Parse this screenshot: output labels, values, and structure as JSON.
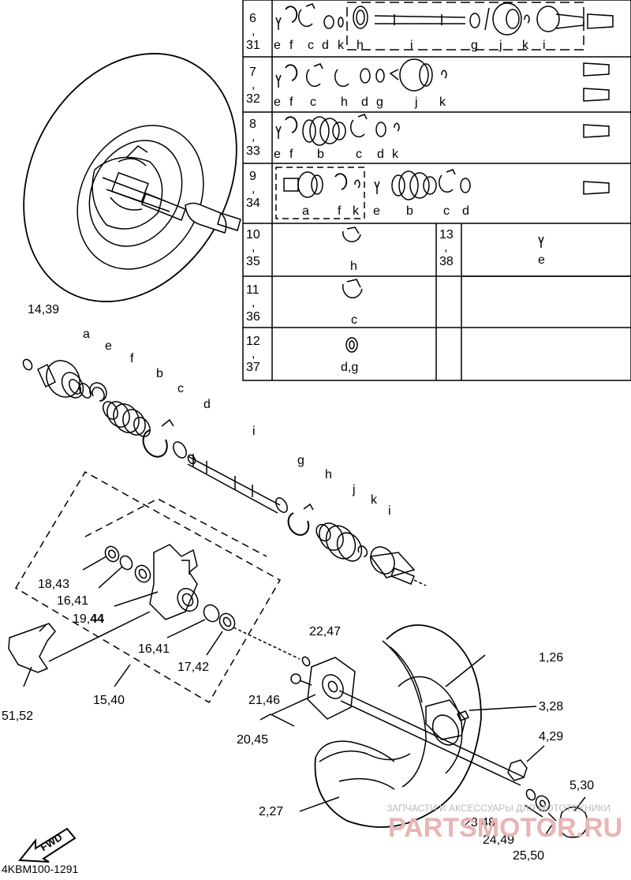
{
  "diagram": {
    "code": "4KBM100-1291",
    "fwd_label": "FWD",
    "watermark_text": "ЗАПЧАСТИ И АКСЕССУАРЫ ДЛЯ МОТОТЕХНИКИ",
    "watermark_brand": "PARTSMOTOR.RU",
    "table": {
      "rows": [
        {
          "num_top": "6",
          "sep": ",",
          "num_bottom": "31",
          "letters": [
            "e",
            "f",
            "c",
            "d",
            "k",
            "h",
            "i",
            "g",
            "j",
            "k",
            "i"
          ]
        },
        {
          "num_top": "7",
          "sep": ",",
          "num_bottom": "32",
          "letters": [
            "e",
            "f",
            "c",
            "h",
            "d",
            "g",
            "j",
            "k"
          ]
        },
        {
          "num_top": "8",
          "sep": ",",
          "num_bottom": "33",
          "letters": [
            "e",
            "f",
            "b",
            "c",
            "d",
            "k"
          ]
        },
        {
          "num_top": "9",
          "sep": ",",
          "num_bottom": "34",
          "letters": [
            "a",
            "f",
            "k",
            "e",
            "b",
            "c",
            "d"
          ]
        },
        {
          "num_top": "10",
          "sep": ",",
          "num_bottom": "35",
          "letters": [
            "h"
          ],
          "right_top": "13",
          "right_sep": ",",
          "right_bottom": "38",
          "right_letters": [
            "e"
          ]
        },
        {
          "num_top": "11",
          "sep": ",",
          "num_bottom": "36",
          "letters": [
            "c"
          ]
        },
        {
          "num_top": "12",
          "sep": ",",
          "num_bottom": "37",
          "letters": [
            "d,g"
          ]
        }
      ]
    },
    "part_labels": {
      "p14_39": "14,39",
      "a": "a",
      "e": "e",
      "f": "f",
      "b": "b",
      "c": "c",
      "d": "d",
      "i1": "i",
      "g": "g",
      "h": "h",
      "j": "j",
      "k": "k",
      "i2": "i",
      "p18_43": "18,43",
      "p16_41a": "16,41",
      "p19_44a": "19,",
      "p19_44b": "44",
      "p16_41b": "16,41",
      "p17_42": "17,42",
      "p22_47": "22,47",
      "p1_26": "1,26",
      "p3_28": "3,28",
      "p21_46": "21,46",
      "p4_29": "4,29",
      "p20_45": "20,45",
      "p51_52": "51,52",
      "p15_40": "15,40",
      "p5_30": "5,30",
      "p2_27": "2,27",
      "p23_48": "23,48",
      "p24_49": "24,49",
      "p25_50": "25,50"
    }
  }
}
